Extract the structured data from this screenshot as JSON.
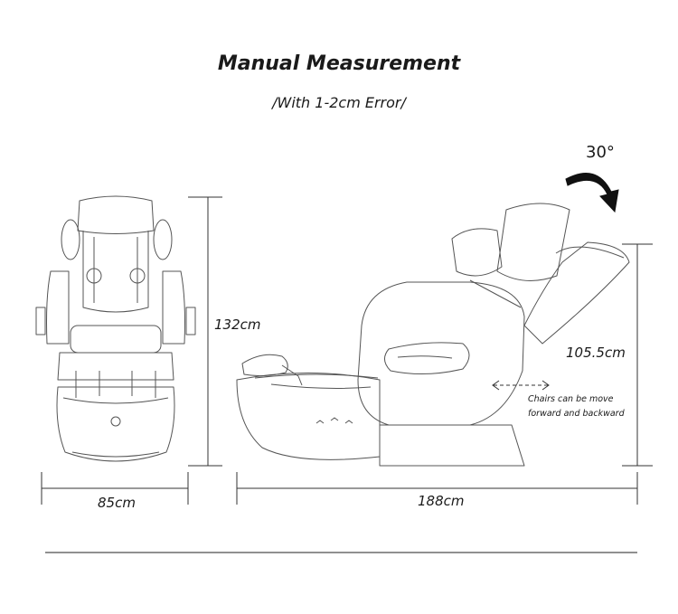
{
  "title": "Manual Measurement",
  "subtitle": "/With 1-2cm Error/",
  "recline_angle": "30°",
  "front_view": {
    "height_label": "132cm",
    "width_label": "85cm"
  },
  "side_view": {
    "height_label": "105.5cm",
    "length_label": "188cm",
    "adjust_note": "Chairs can be move forward and backward"
  },
  "colors": {
    "line": "#555555",
    "text": "#1a1a1a",
    "arrow": "#111111"
  },
  "icons": [
    "recline-arrow-icon",
    "double-arrow-icon"
  ]
}
